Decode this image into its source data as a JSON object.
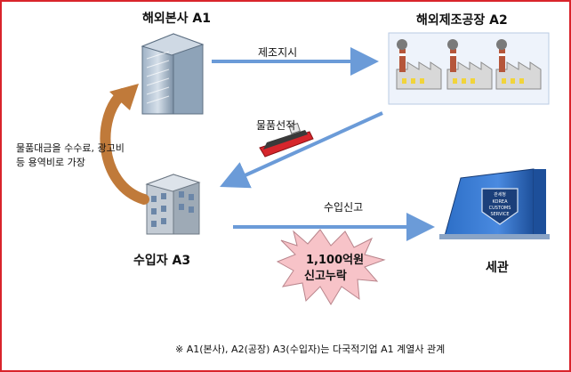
{
  "nodes": {
    "hq": {
      "label": "해외본사 A1"
    },
    "factory": {
      "label": "해외제조공장 A2"
    },
    "importer": {
      "label": "수입자 A3"
    },
    "customs": {
      "label": "세관",
      "sign_text": [
        "관세청",
        "KOREA",
        "CUSTOMS",
        "SERVICE"
      ]
    }
  },
  "edges": {
    "order": {
      "label": "제조지시"
    },
    "shipment": {
      "label": "물품선적"
    },
    "declaration": {
      "label": "수입신고"
    },
    "disguise": {
      "label_line1": "물품대금을 수수료, 광고비",
      "label_line2": "등 용역비로 가장"
    }
  },
  "burst": {
    "line1": "1,100억원",
    "line2": "신고누락"
  },
  "footnote": "※ A1(본사), A2(공장) A3(수입자)는 다국적기업 A1 계열사 관계",
  "colors": {
    "border": "#d9242b",
    "arrow_blue": "#6b9bd8",
    "arrow_orange": "#c07a3a",
    "burst_fill": "#f7c3c8",
    "factory_panel": "#eef3fb"
  }
}
